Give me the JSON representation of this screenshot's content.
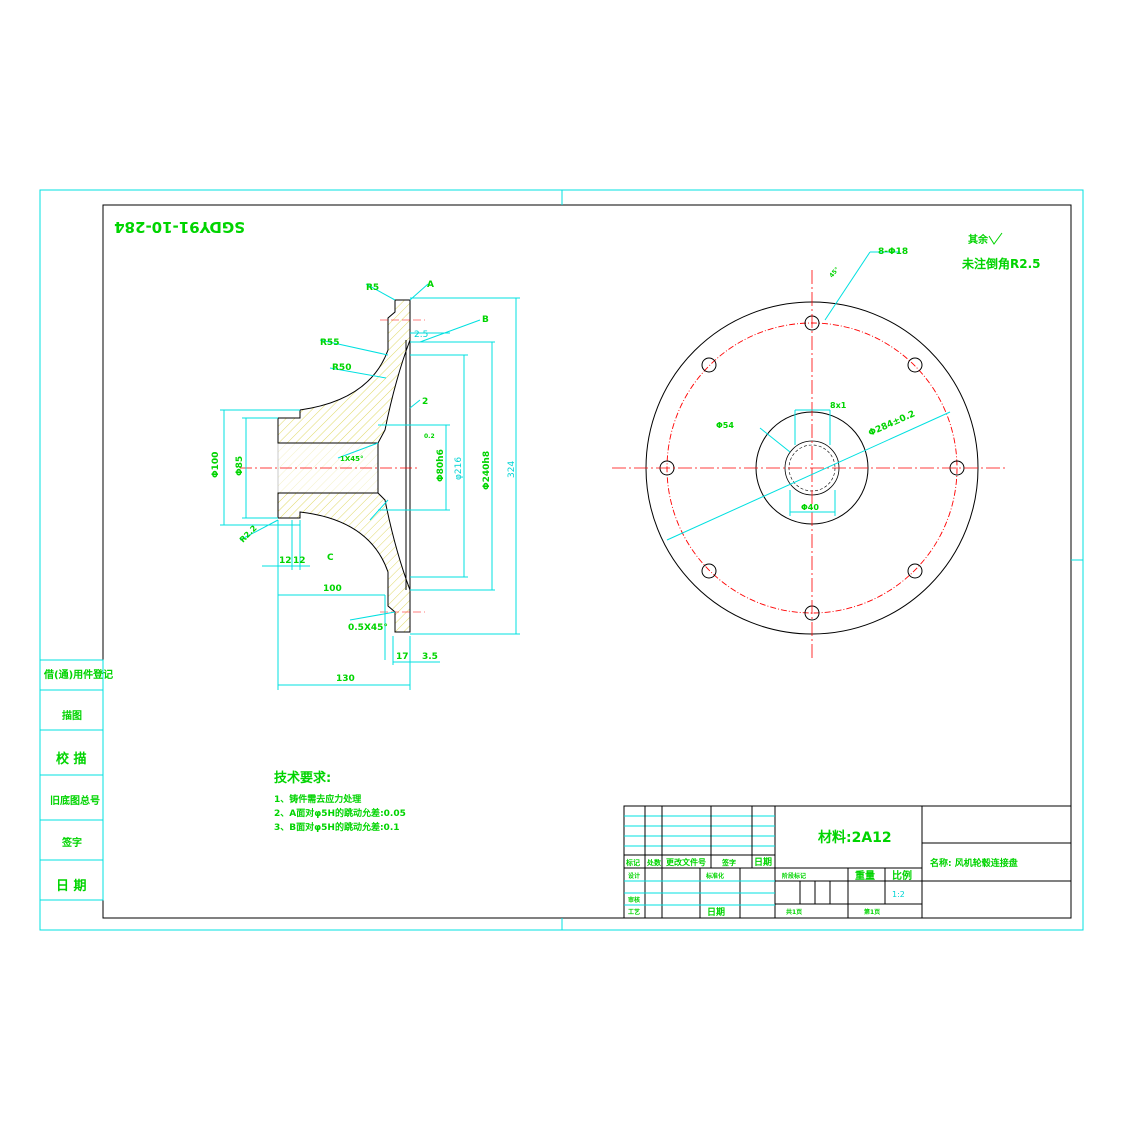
{
  "drawing_number": "SGDY91-10-284",
  "roughness_note": {
    "prefix": "其余",
    "text": "未注倒角R2.5"
  },
  "section_labels": {
    "r5": "R5",
    "a": "A",
    "b": "B",
    "r55": "R55",
    "r50": "R50",
    "c": "C",
    "r2_label": "R2.2",
    "chamfer": "0.5X45°",
    "chamfer2": "1X45°"
  },
  "dimensions": {
    "d2_5": "2.5",
    "d2": "2",
    "phi216": "φ216",
    "phi240": "Φ240h8",
    "d324": "324",
    "phi100": "Φ100",
    "phi85": "Φ85",
    "phi80": "Φ80h6",
    "d12a": "12",
    "d12b": "12",
    "d100": "100",
    "d130": "130",
    "d17": "17",
    "d3_5": "3.5",
    "tol_small": "0.2"
  },
  "front_view_labels": {
    "holes": "8-Φ18",
    "pcd": "Φ284±0.2",
    "spline": "8x1",
    "spline_d": "Φ54",
    "width": "Φ40",
    "angle": "45°"
  },
  "tech_requirements": {
    "title": "技术要求:",
    "items": [
      "1、铸件需去应力处理",
      "2、A面对φ5H的跳动允差:0.05",
      "3、B面对φ5H的跳动允差:0.1"
    ]
  },
  "side_block": {
    "items": [
      "借(通)用件登记",
      "描图",
      "校 描",
      "旧底图总号",
      "签字",
      "日 期"
    ]
  },
  "title_block": {
    "material": "材料:2A12",
    "name": "名称: 风机轮毂连接盘",
    "headers": [
      "标记",
      "处数",
      "更改文件号",
      "签字",
      "日期"
    ],
    "row_labels": [
      "设计",
      "标准化",
      "审核",
      "工艺",
      "日期"
    ],
    "stage": "阶段标记",
    "weight": "重量",
    "scale_label": "比例",
    "scale_value": "1:2",
    "sheets_total": "共1页",
    "sheet_no": "第1页"
  }
}
